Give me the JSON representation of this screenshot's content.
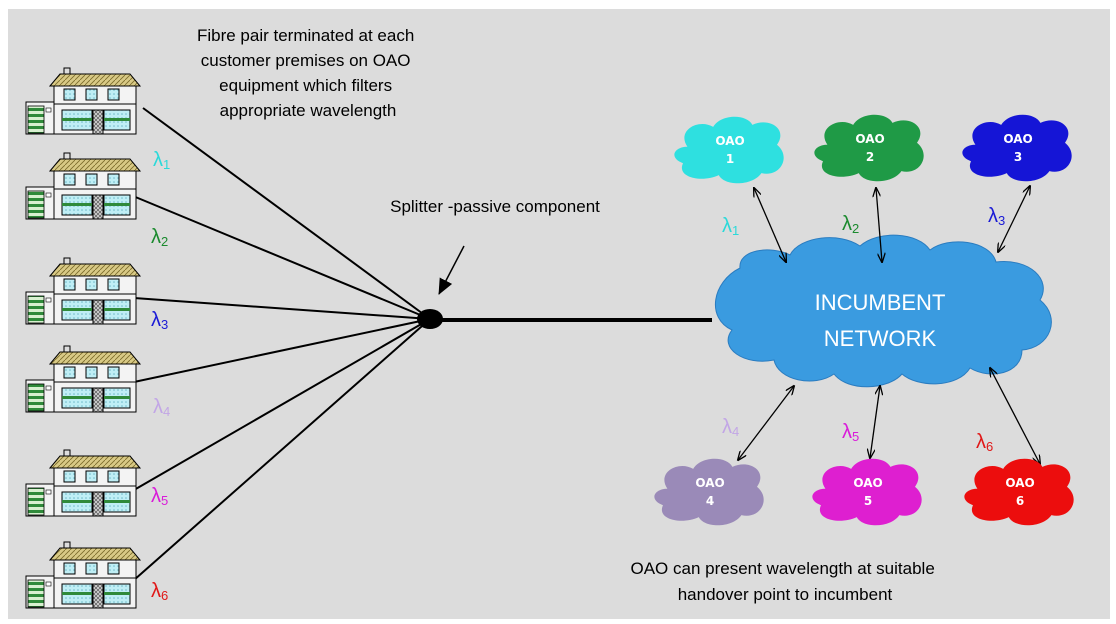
{
  "captions": {
    "fibre": [
      "Fibre pair terminated at each",
      "customer premises on OAO",
      "equipment which filters",
      "appropriate wavelength"
    ],
    "splitter": "Splitter -passive component",
    "handover": [
      "OAO can present wavelength at suitable",
      "handover point to incumbent"
    ]
  },
  "incumbent": {
    "line1": "INCUMBENT",
    "line2": "NETWORK",
    "color": "#3a9be0"
  },
  "lambda_symbol": "λ",
  "houses": [
    {
      "sub": "1",
      "color": "#2bd9d9"
    },
    {
      "sub": "2",
      "color": "#1b8a2e"
    },
    {
      "sub": "3",
      "color": "#1b1bd6"
    },
    {
      "sub": "4",
      "color": "#c2a6e6"
    },
    {
      "sub": "5",
      "color": "#d91bd9"
    },
    {
      "sub": "6",
      "color": "#e01818"
    }
  ],
  "oaos": [
    {
      "name": "OAO",
      "num": "1",
      "lambda_sub": "1",
      "color": "#2ee0e0",
      "lambda_color": "#2bd9d9"
    },
    {
      "name": "OAO",
      "num": "2",
      "lambda_sub": "2",
      "color": "#1f9a46",
      "lambda_color": "#1b8a2e"
    },
    {
      "name": "OAO",
      "num": "3",
      "lambda_sub": "3",
      "color": "#1515d6",
      "lambda_color": "#1b1bd6"
    },
    {
      "name": "OAO",
      "num": "4",
      "lambda_sub": "4",
      "color": "#9a8ab8",
      "lambda_color": "#c2a6e6"
    },
    {
      "name": "OAO",
      "num": "5",
      "lambda_sub": "5",
      "color": "#de1fd0",
      "lambda_color": "#d91bd9"
    },
    {
      "name": "OAO",
      "num": "6",
      "lambda_sub": "6",
      "color": "#ec0d0d",
      "lambda_color": "#e01818"
    }
  ]
}
